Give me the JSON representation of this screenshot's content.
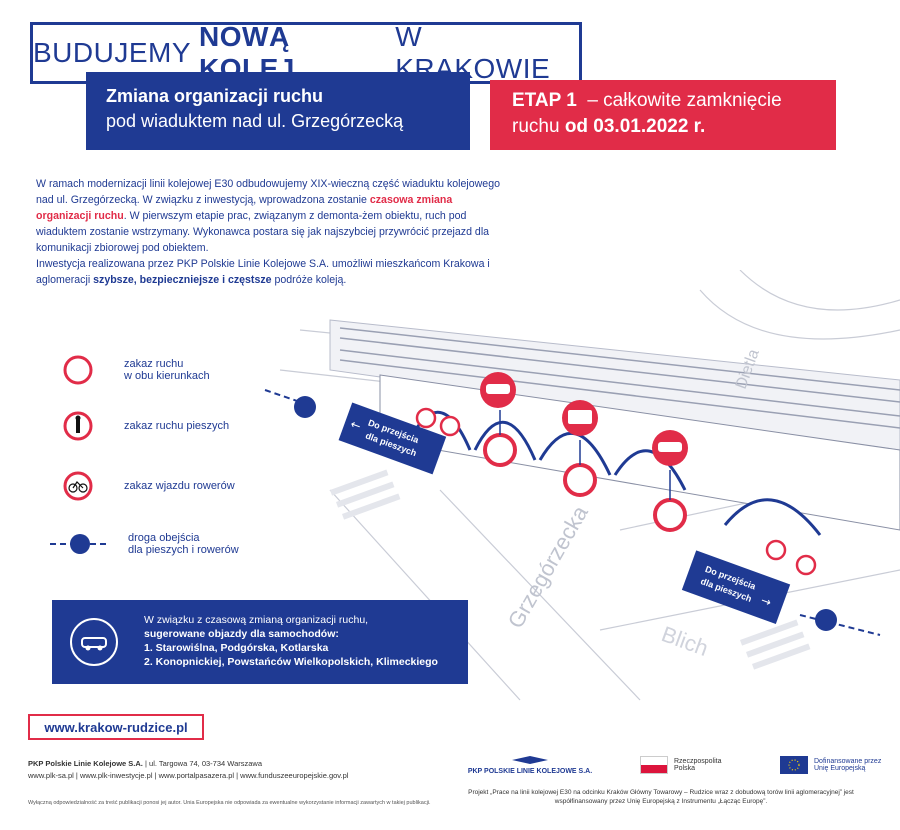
{
  "header": {
    "title_part1": "BUDUJEMY",
    "title_bold": "NOWĄ KOLEJ",
    "title_part2": "W KRAKOWIE",
    "blue_line1": "Zmiana organizacji ruchu",
    "blue_line2": "pod wiaduktem nad ul. Grzegórzecką",
    "red_etap": "ETAP 1",
    "red_line1_rest": "– całkowite zamknięcie",
    "red_line2_pre": "ruchu",
    "red_line2_bold": "od 03.01.2022 r."
  },
  "intro": {
    "p1": "W ramach modernizacji linii kolejowej E30 odbudowujemy XIX-wieczną część wiaduktu kolejowego nad ul. Grzegórzecką. W związku z inwestycją, wprowadzona zostanie",
    "p1_red": "czasowa zmiana organizacji ruchu",
    "p1_rest": ". W pierwszym etapie prac, związanym z demonta-żem obiektu, ruch pod wiaduktem zostanie wstrzymany. Wykonawca postara się jak najszybciej przywrócić przejazd dla komunikacji zbiorowej pod obiektem.",
    "p2": "Inwestycja realizowana przez PKP Polskie Linie Kolejowe S.A. umożliwi mieszkańcom Krakowa i aglomeracji",
    "p2_bold": "szybsze, bezpieczniejsze i częstsze",
    "p2_rest": "podróże koleją."
  },
  "legend": [
    {
      "icon": "no-entry-icon",
      "line1": "zakaz ruchu",
      "line2": "w obu kierunkach"
    },
    {
      "icon": "no-pedestrians-icon",
      "line1": "zakaz ruchu pieszych",
      "line2": ""
    },
    {
      "icon": "no-bicycles-icon",
      "line1": "zakaz wjazdu rowerów",
      "line2": ""
    },
    {
      "icon": "detour-path-icon",
      "line1": "droga obejścia",
      "line2": "dla pieszych i rowerów"
    }
  ],
  "map": {
    "sign_left_line1": "Do przejścia",
    "sign_left_line2": "dla pieszych",
    "sign_right_line1": "Do przejścia",
    "sign_right_line2": "dla pieszych",
    "street_grzegorzecka": "Grzegórzecka",
    "street_dietla": "Dietla",
    "street_blich": "Blich"
  },
  "detour": {
    "line1": "W związku z czasową zmianą organizacji ruchu,",
    "line2": "sugerowane objazdy dla samochodów:",
    "line3": "1. Starowiślna, Podgórska, Kotlarska",
    "line4": "2. Konopnickiej, Powstańców Wielkopolskich, Klimeckiego"
  },
  "url": "www.krakow-rudzice.pl",
  "footer": {
    "company": "PKP Polskie Linie Kolejowe S.A.",
    "address": "| ul. Targowa 74, 03-734 Warszawa",
    "links": "www.plk-sa.pl | www.plk-inwestycje.pl | www.portalpasazera.pl | www.funduszeeuropejskie.gov.pl",
    "note": "Wyłączną odpowiedzialność za treść publikacji ponosi jej autor. Unia Europejska nie odpowiada za ewentualne wykorzystanie informacji zawartych w takiej publikacji.",
    "pkp_logo": "PKP POLSKIE LINIE KOLEJOWE S.A.",
    "rp_line1": "Rzeczpospolita",
    "rp_line2": "Polska",
    "eu_line1": "Dofinansowane przez",
    "eu_line2": "Unię Europejską",
    "project": "Projekt „Prace na linii kolejowej E30 na odcinku Kraków Główny Towarowy – Rudzice wraz z dobudową torów linii aglomeracyjnej” jest współfinansowany przez Unię Europejską z Instrumentu „Łącząc Europę”."
  },
  "colors": {
    "blue": "#1f3a93",
    "red": "#e12c48"
  }
}
